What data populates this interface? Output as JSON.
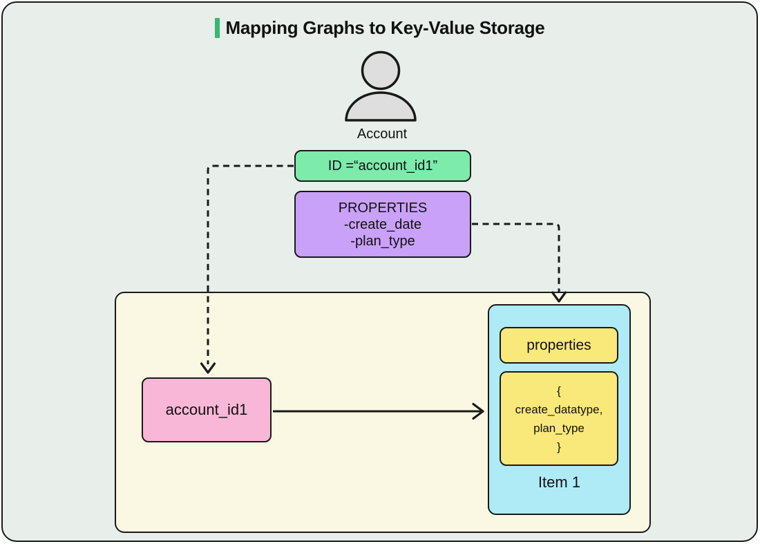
{
  "title": {
    "text": "Mapping Graphs to Key-Value Storage",
    "accent_color": "#34b873"
  },
  "account": {
    "label": "Account",
    "icon": "person-icon",
    "icon_fill": "#dedede"
  },
  "id_box": {
    "text": "ID =“account_id1”",
    "color": "#7cebac"
  },
  "properties_box": {
    "lines": [
      "PROPERTIES",
      "-create_date",
      "-plan_type"
    ],
    "color": "#c9a1f8"
  },
  "storage": {
    "container_color": "#faf7e2",
    "key_box": {
      "text": "account_id1",
      "color": "#f8b7d6"
    },
    "item": {
      "label": "Item 1",
      "container_color": "#aeebf7",
      "field_box": {
        "text": "properties",
        "color": "#f9e87a"
      },
      "value_box": {
        "lines": [
          "{",
          "create_datatype,",
          "plan_type",
          "}"
        ],
        "color": "#f9e87a"
      }
    }
  },
  "connectors": [
    {
      "from": "id-box",
      "to": "key-box",
      "style": "dashed-arrow"
    },
    {
      "from": "properties-box",
      "to": "item-box",
      "style": "dashed-arrow"
    },
    {
      "from": "key-box",
      "to": "item-box",
      "style": "solid-arrow"
    }
  ],
  "background_color": "#e8efeb",
  "stroke_color": "#191919"
}
